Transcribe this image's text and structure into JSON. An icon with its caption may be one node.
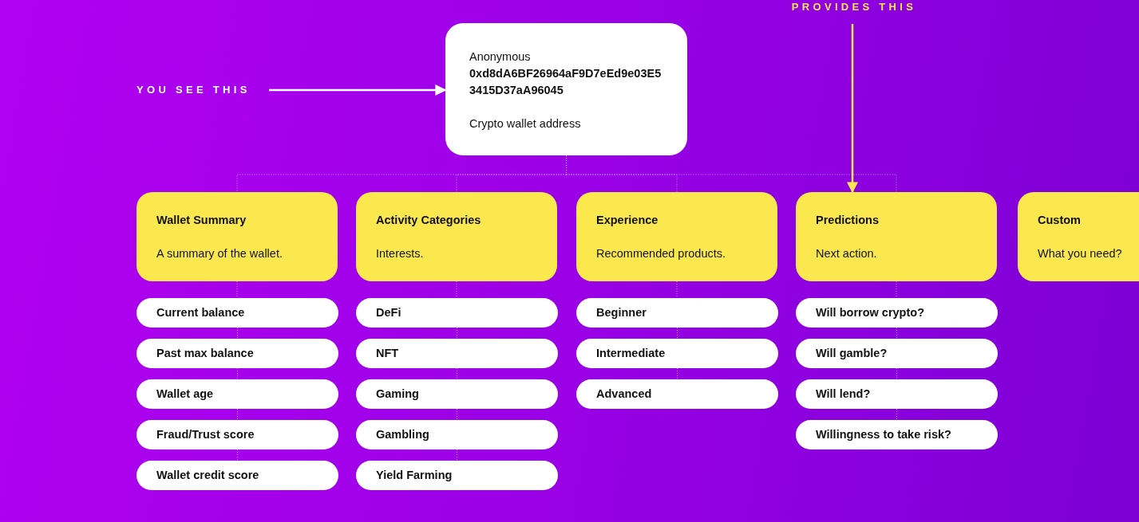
{
  "diagram": {
    "nodes": [
      {
        "text": [
          "YOU SEE THIS"
        ]
      },
      {
        "text": [
          "PROVIDES THIS"
        ]
      },
      {
        "text": [
          "Anonymous",
          "0xd8dA6BF26964aF9D7eEd9e03E53415D37aA96045",
          "Crypto wallet address"
        ]
      },
      {
        "text": [
          "Wallet Summary",
          "A summary of the wallet."
        ]
      },
      {
        "text": [
          "Current balance"
        ]
      },
      {
        "text": [
          "Past max balance"
        ]
      },
      {
        "text": [
          "Wallet age"
        ]
      },
      {
        "text": [
          "Fraud/Trust score"
        ]
      },
      {
        "text": [
          "Wallet credit score"
        ]
      },
      {
        "text": [
          "Activity Categories",
          "Interests."
        ]
      },
      {
        "text": [
          "DeFi"
        ]
      },
      {
        "text": [
          "NFT"
        ]
      },
      {
        "text": [
          "Gaming"
        ]
      },
      {
        "text": [
          "Gambling"
        ]
      },
      {
        "text": [
          "Yield Farming"
        ]
      },
      {
        "text": [
          "Experience",
          "Recommended products."
        ]
      },
      {
        "text": [
          "Beginner"
        ]
      },
      {
        "text": [
          "Intermediate"
        ]
      },
      {
        "text": [
          "Advanced"
        ]
      },
      {
        "text": [
          "Predictions",
          "Next action."
        ]
      },
      {
        "text": [
          "Will borrow crypto?"
        ]
      },
      {
        "text": [
          "Will gamble?"
        ]
      },
      {
        "text": [
          "Will lend?"
        ]
      },
      {
        "text": [
          "Willingness to take risk?"
        ]
      },
      {
        "text": [
          "Custom",
          "What you need?"
        ]
      }
    ],
    "edges": [
      {
        "from": 0,
        "to": 2,
        "arrow": "to"
      },
      {
        "from": 1,
        "to": 19,
        "arrow": "to",
        "color": "#fbe84e"
      },
      {
        "from": 2,
        "to": 3,
        "arrow": "none",
        "style": "dashed"
      },
      {
        "from": 2,
        "to": 9,
        "arrow": "none",
        "style": "dashed"
      },
      {
        "from": 2,
        "to": 15,
        "arrow": "none",
        "style": "dashed"
      },
      {
        "from": 2,
        "to": 19,
        "arrow": "none",
        "style": "dashed"
      },
      {
        "from": 3,
        "to": 4,
        "arrow": "none",
        "style": "dashed"
      },
      {
        "from": 4,
        "to": 5,
        "arrow": "none",
        "style": "dashed"
      },
      {
        "from": 5,
        "to": 6,
        "arrow": "none",
        "style": "dashed"
      },
      {
        "from": 6,
        "to": 7,
        "arrow": "none",
        "style": "dashed"
      },
      {
        "from": 7,
        "to": 8,
        "arrow": "none",
        "style": "dashed"
      },
      {
        "from": 9,
        "to": 10,
        "arrow": "none",
        "style": "dashed"
      },
      {
        "from": 10,
        "to": 11,
        "arrow": "none",
        "style": "dashed"
      },
      {
        "from": 11,
        "to": 12,
        "arrow": "none",
        "style": "dashed"
      },
      {
        "from": 12,
        "to": 13,
        "arrow": "none",
        "style": "dashed"
      },
      {
        "from": 13,
        "to": 14,
        "arrow": "none",
        "style": "dashed"
      },
      {
        "from": 15,
        "to": 16,
        "arrow": "none",
        "style": "dashed"
      },
      {
        "from": 16,
        "to": 17,
        "arrow": "none",
        "style": "dashed"
      },
      {
        "from": 17,
        "to": 18,
        "arrow": "none",
        "style": "dashed"
      },
      {
        "from": 19,
        "to": 20,
        "arrow": "none",
        "style": "dashed"
      },
      {
        "from": 20,
        "to": 21,
        "arrow": "none",
        "style": "dashed"
      },
      {
        "from": 21,
        "to": 22,
        "arrow": "none",
        "style": "dashed"
      },
      {
        "from": 22,
        "to": 23,
        "arrow": "none",
        "style": "dashed"
      }
    ]
  }
}
